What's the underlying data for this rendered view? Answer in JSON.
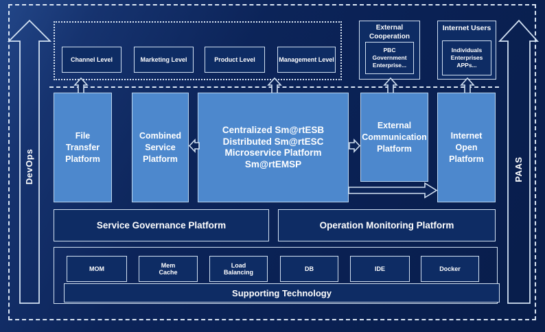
{
  "colors": {
    "bg_dark": "#0a2154",
    "bg_corner": "#234789",
    "panel_fill": "#0e2c64",
    "light_fill": "#4d88cd",
    "border_light": "#d3e2f3",
    "arrow_fill": "#0b2458",
    "text": "#ffffff"
  },
  "rails": {
    "left": "DevOps",
    "right": "PAAS"
  },
  "levels": [
    "Channel Level",
    "Marketing Level",
    "Product Level",
    "Management Level"
  ],
  "external_cooperation": {
    "title": [
      "External",
      "Cooperation"
    ],
    "inner": [
      "PBC Government",
      "Enterprise..."
    ]
  },
  "internet_users": {
    "title": "Internet Users",
    "inner": [
      "Individuals",
      "Enterprises",
      "APPs..."
    ]
  },
  "platforms": [
    {
      "name": "file-transfer-platform",
      "lines": [
        "File",
        "Transfer",
        "Platform"
      ]
    },
    {
      "name": "combined-service-platform",
      "lines": [
        "Combined",
        "Service",
        "Platform"
      ]
    },
    {
      "name": "central-esb-platform",
      "lines": [
        "Centralized Sm@rtESB",
        "Distributed Sm@rtESC",
        "Microservice Platform Sm@rtEMSP"
      ]
    },
    {
      "name": "external-communication-platform",
      "lines": [
        "External",
        "Communication",
        "Platform"
      ]
    },
    {
      "name": "internet-open-platform",
      "lines": [
        "Internet",
        "Open",
        "Platform"
      ]
    }
  ],
  "governance": [
    "Service Governance Platform",
    "Operation Monitoring Platform"
  ],
  "supporting": {
    "title": "Supporting Technology",
    "items": [
      "MOM",
      [
        "Mem",
        "Cache"
      ],
      [
        "Load",
        "Balancing"
      ],
      "DB",
      "IDE",
      "Docker"
    ]
  }
}
